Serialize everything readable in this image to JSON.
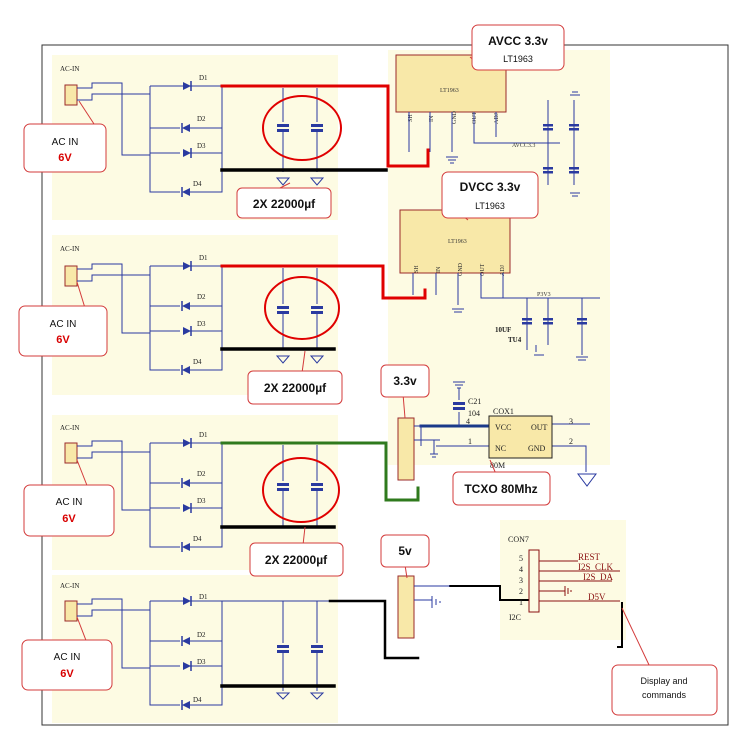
{
  "colors": {
    "background_panel": "#fdfbe3",
    "wire": "#2a3aa0",
    "highlight_red": "#e00000",
    "highlight_green": "#2f7a1d",
    "highlight_black": "#000000",
    "callout_border": "#d33b3b"
  },
  "rectifiers": [
    {
      "input_label": "AC-IN",
      "diodes": [
        "D1",
        "D2",
        "D3",
        "D4"
      ],
      "callout": {
        "line1": "AC IN",
        "line2": "6V"
      },
      "cap_callout": "2X 22000µf"
    },
    {
      "input_label": "AC-IN",
      "diodes": [
        "D1",
        "D2",
        "D3",
        "D4"
      ],
      "callout": {
        "line1": "AC IN",
        "line2": "6V"
      },
      "cap_callout": "2X 22000µf"
    },
    {
      "input_label": "AC-IN",
      "diodes": [
        "D1",
        "D2",
        "D3",
        "D4"
      ],
      "callout": {
        "line1": "AC IN",
        "line2": "6V"
      },
      "cap_callout": "2X 22000µf"
    },
    {
      "input_label": "AC-IN",
      "diodes": [
        "D1",
        "D2",
        "D3",
        "D4"
      ],
      "callout": {
        "line1": "AC IN",
        "line2": "6V"
      },
      "cap_callout": ""
    }
  ],
  "regulator_avcc": {
    "chip": "LT1963",
    "pins": [
      "SH",
      "IN",
      "GND",
      "OUT",
      "ADJ"
    ],
    "net": "AVCC3.3",
    "callout_title": "AVCC 3.3v",
    "callout_sub": "LT1963"
  },
  "regulator_dvcc": {
    "chip": "LT1963",
    "pins": [
      "SH",
      "IN",
      "GND",
      "OUT",
      "ADJ"
    ],
    "net": "P3V3",
    "cap_label": "10UF",
    "cap_ref": "TU4",
    "callout_title": "DVCC 3.3v",
    "callout_sub": "LT1963"
  },
  "oscillator": {
    "ref": "COX1",
    "cap_ref": "C21",
    "cap_value": "104",
    "pins": {
      "vcc": "VCC",
      "out": "OUT",
      "nc": "NC",
      "gnd": "GND"
    },
    "pin_numbers": [
      "4",
      "3",
      "1",
      "2"
    ],
    "part": "80M",
    "voltage_callout": "3.3v",
    "callout": "TCXO 80Mhz"
  },
  "connector": {
    "ref": "CON7",
    "name": "I2C",
    "pins": [
      "5",
      "4",
      "3",
      "2",
      "1"
    ],
    "signals": [
      "REST",
      "I2S_CLK",
      "I2S_DA",
      "",
      "D5V"
    ],
    "voltage_callout": "5v",
    "callout_line1": "Display and",
    "callout_line2": "commands"
  }
}
